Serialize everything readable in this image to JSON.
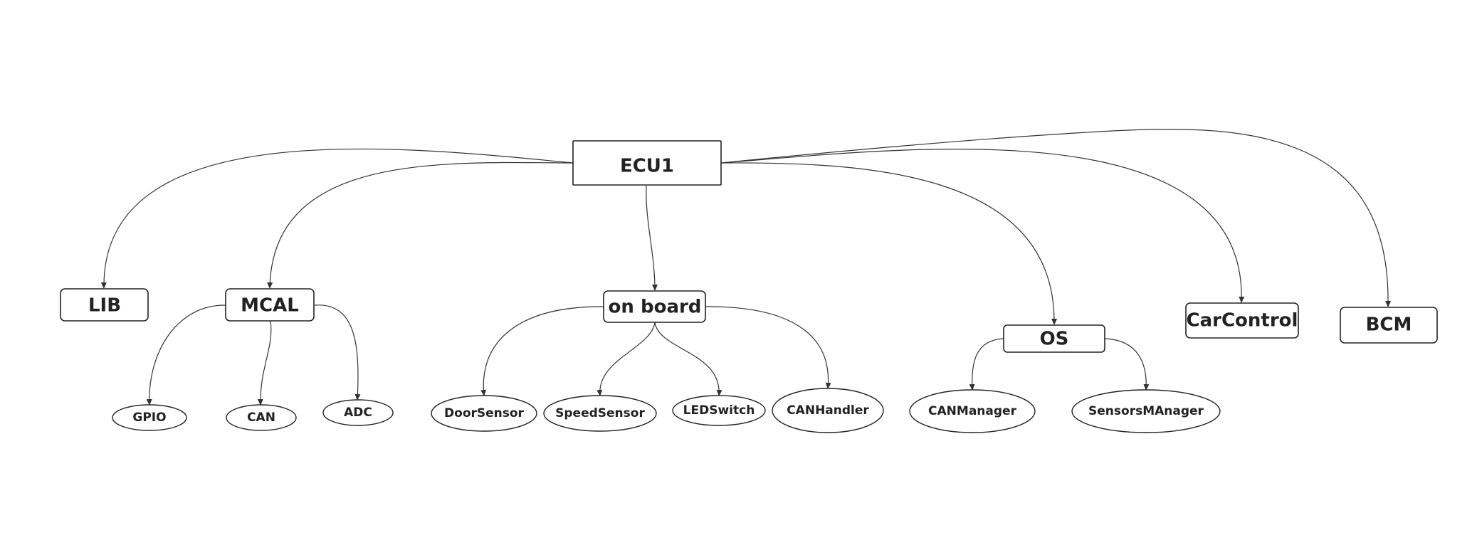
{
  "diagram": {
    "root": {
      "label": "ECU1"
    },
    "components": {
      "lib": {
        "label": "LIB"
      },
      "mcal": {
        "label": "MCAL"
      },
      "onboard": {
        "label": "on board"
      },
      "os": {
        "label": "OS"
      },
      "carcontrol": {
        "label": "CarControl"
      },
      "bcm": {
        "label": "BCM"
      }
    },
    "modules": {
      "gpio": {
        "label": "GPIO"
      },
      "can": {
        "label": "CAN"
      },
      "adc": {
        "label": "ADC"
      },
      "doorsensor": {
        "label": "DoorSensor"
      },
      "speedsensor": {
        "label": "SpeedSensor"
      },
      "ledswitch": {
        "label": "LEDSwitch"
      },
      "canhandler": {
        "label": "CANHandler"
      },
      "canmanager": {
        "label": "CANManager"
      },
      "sensorsmanager": {
        "label": "SensorsMAnager"
      }
    },
    "colors": {
      "stroke": "#222222",
      "edge": "#333333",
      "background": "#ffffff",
      "text": "#222222"
    }
  }
}
